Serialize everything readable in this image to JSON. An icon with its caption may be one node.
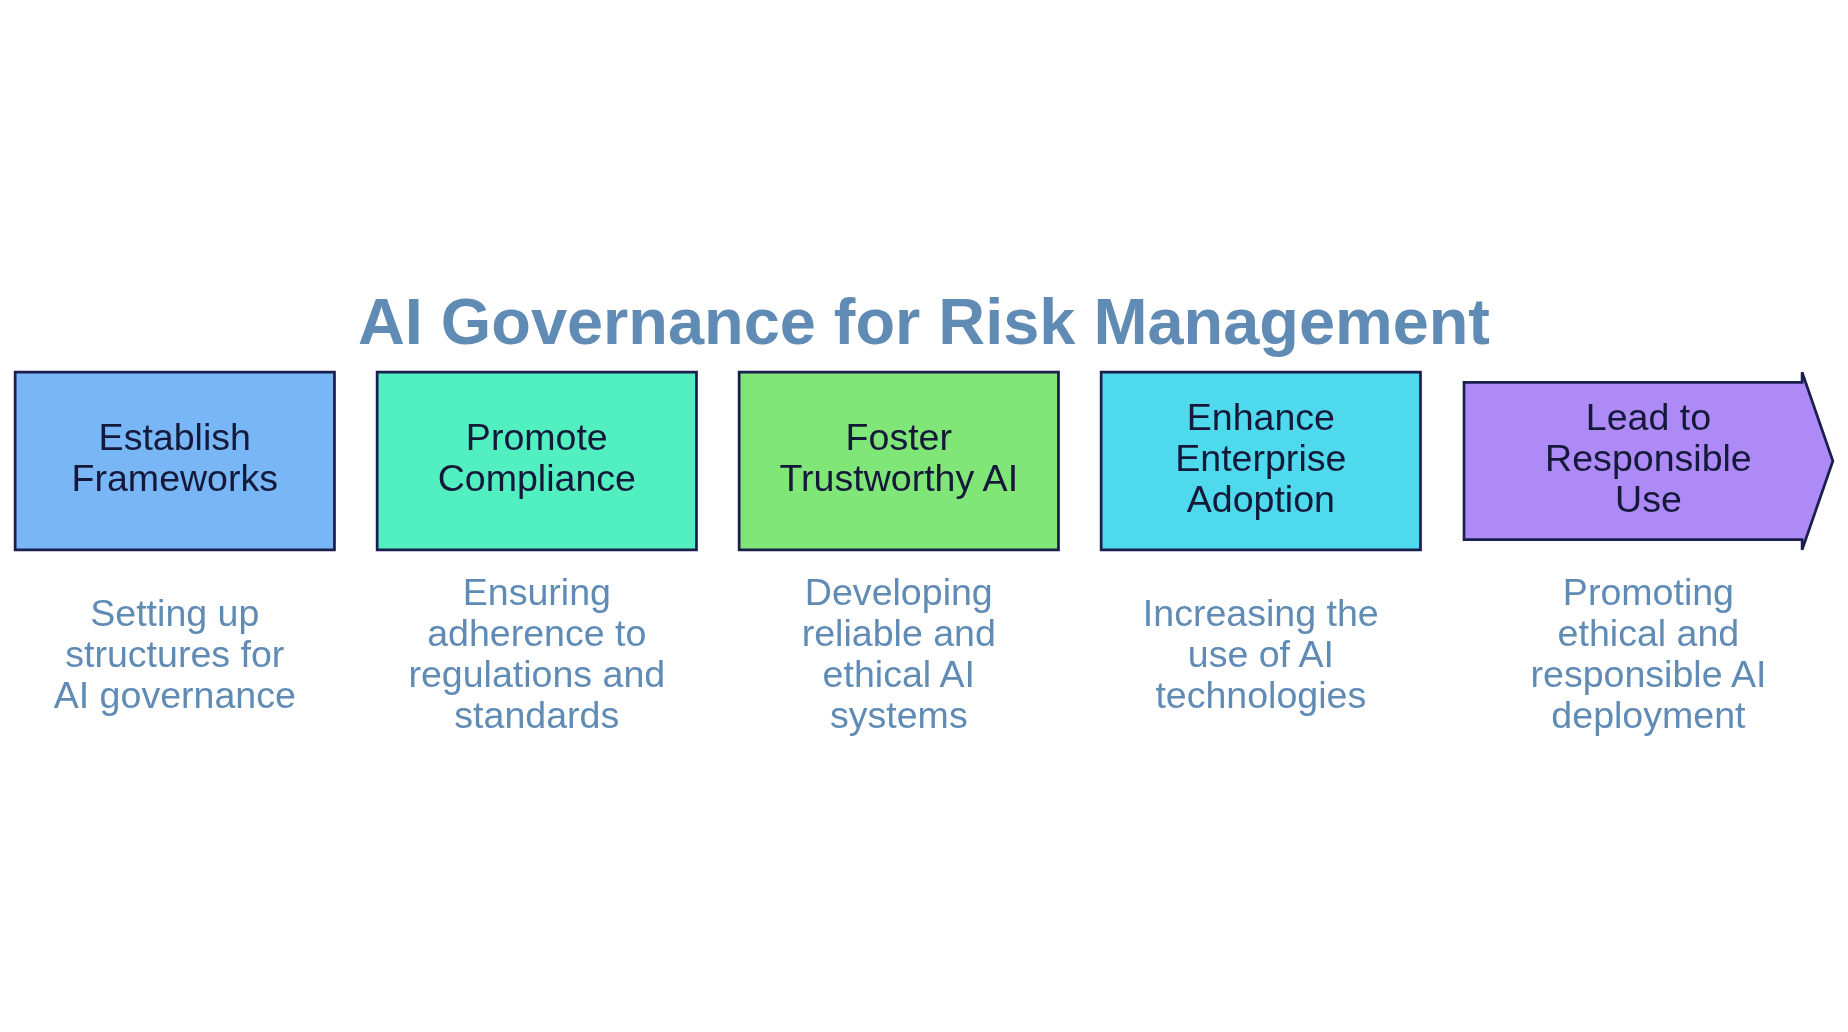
{
  "diagram": {
    "title": "AI Governance for Risk Management",
    "nodes": [
      {
        "text": [
          "Establish Frameworks"
        ],
        "beside": [
          "Setting up structures for AI governance"
        ]
      },
      {
        "text": [
          "Promote Compliance"
        ],
        "beside": [
          "Ensuring adherence to regulations and standards"
        ]
      },
      {
        "text": [
          "Foster Trustworthy AI"
        ],
        "beside": [
          "Developing reliable and ethical AI systems"
        ]
      },
      {
        "text": [
          "Enhance Enterprise Adoption"
        ],
        "beside": [
          "Increasing the use of AI technologies"
        ]
      },
      {
        "text": [
          "Lead to Responsible Use"
        ],
        "beside": [
          "Promoting ethical and responsible AI deployment"
        ]
      }
    ]
  }
}
